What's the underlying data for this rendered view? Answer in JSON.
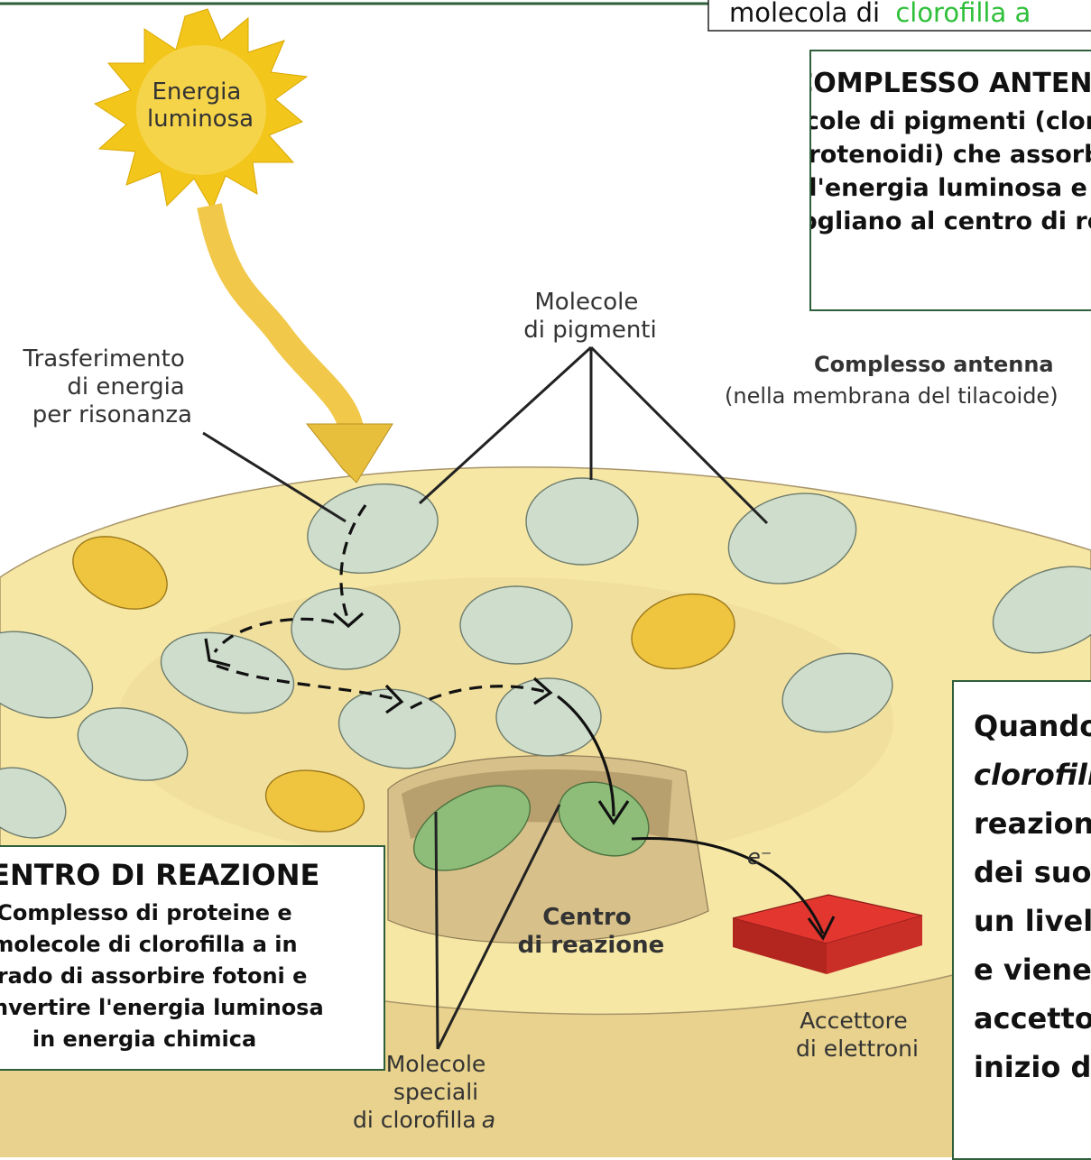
{
  "top_note": {
    "text_black": "molecola di",
    "text_green": "clorofilla a"
  },
  "colors": {
    "membrane_face": "#f6e7a5",
    "membrane_side": "#e6cf88",
    "pigment_green": "#cfddcc",
    "pigment_yellow": "#efc43e",
    "special_green": "#8dbd78",
    "acceptor_red": "#e2362f",
    "sun": "#f3c61c",
    "box_border": "#2e5e3a"
  },
  "labels": {
    "sun": [
      "Energia",
      "luminosa"
    ],
    "pigments": [
      "Molecole",
      "di pigmenti"
    ],
    "resonance": [
      "Trasferimento",
      "di energia",
      "per risonanza"
    ],
    "antenna_title": "Complesso antenna",
    "antenna_sub": "(nella membrana del tilacoide)",
    "reaction_center": [
      "Centro",
      "di reazione"
    ],
    "acceptor": [
      "Accettore",
      "di elettroni"
    ],
    "special": [
      "Molecole",
      "speciali",
      "di clorofilla"
    ],
    "special_italic": "a",
    "electron": "e⁻"
  },
  "box_complex": {
    "title": "COMPLESSO ANTENNA",
    "lines": [
      "Molecole di pigmenti (clorofille e",
      "carotenoidi) che assorbono",
      "l'energia luminosa e la",
      "convogliano al centro di reazione"
    ]
  },
  "box_center": {
    "title": "CENTRO DI REAZIONE",
    "lines": [
      "Complesso di proteine e",
      "molecole di clorofilla a in",
      "grado di assorbire fotoni e",
      "convertire l'energia luminosa",
      "in energia chimica"
    ]
  },
  "box_right": {
    "lines": [
      "Quando la molecola di",
      "clorofilla a del centro di",
      "reazione assorbe energia, uno",
      "dei suoi elettroni passa a",
      "un livello energetico superiore",
      "e viene trasferito a un",
      "accettore di elettroni: è l'",
      "inizio della fase luminosa"
    ]
  }
}
